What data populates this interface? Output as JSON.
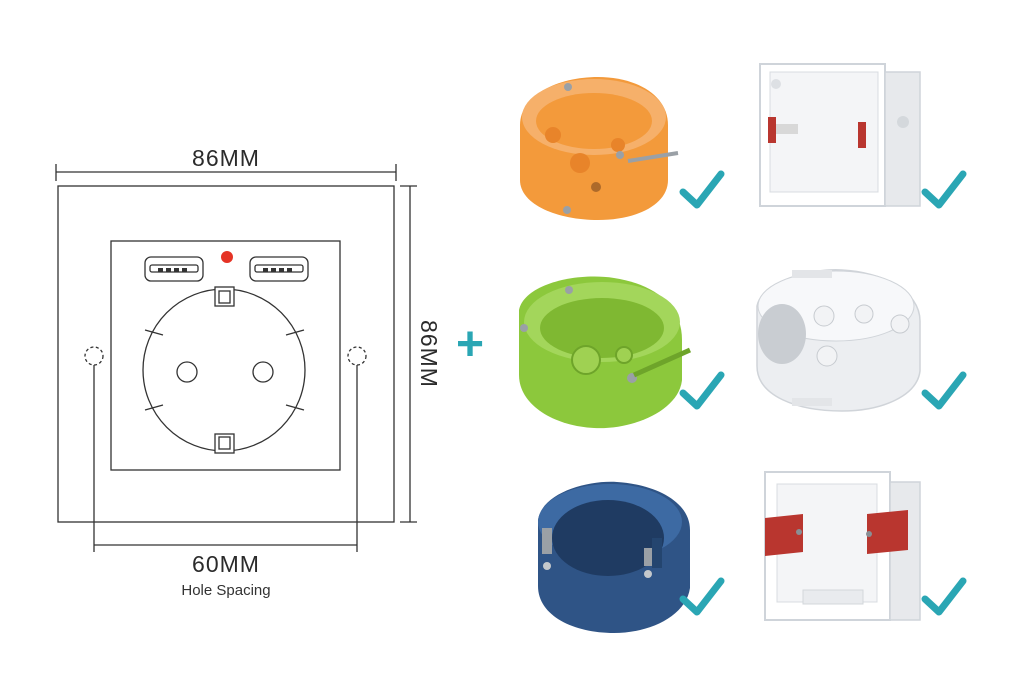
{
  "dimensions": {
    "width_label": "86MM",
    "height_label": "86MM",
    "hole_spacing_value": "60MM",
    "hole_spacing_caption": "Hole Spacing"
  },
  "connector": {
    "symbol": "+"
  },
  "colors": {
    "line": "#333333",
    "check": "#2aa6b4",
    "plus": "#2aa6b4",
    "led": "#e53325",
    "box_orange": "#f39a3b",
    "box_green": "#8cc83c",
    "box_blue": "#2f5486",
    "box_white": "#eceef1",
    "box_red_clip": "#b9362f"
  },
  "compatible_boxes": [
    {
      "shape": "round",
      "color": "orange",
      "icon": "check-icon"
    },
    {
      "shape": "square",
      "color": "white",
      "icon": "check-icon"
    },
    {
      "shape": "round",
      "color": "green",
      "icon": "check-icon"
    },
    {
      "shape": "round",
      "color": "white",
      "icon": "check-icon"
    },
    {
      "shape": "round",
      "color": "blue",
      "icon": "check-icon"
    },
    {
      "shape": "square",
      "color": "white-red",
      "icon": "check-icon"
    }
  ]
}
